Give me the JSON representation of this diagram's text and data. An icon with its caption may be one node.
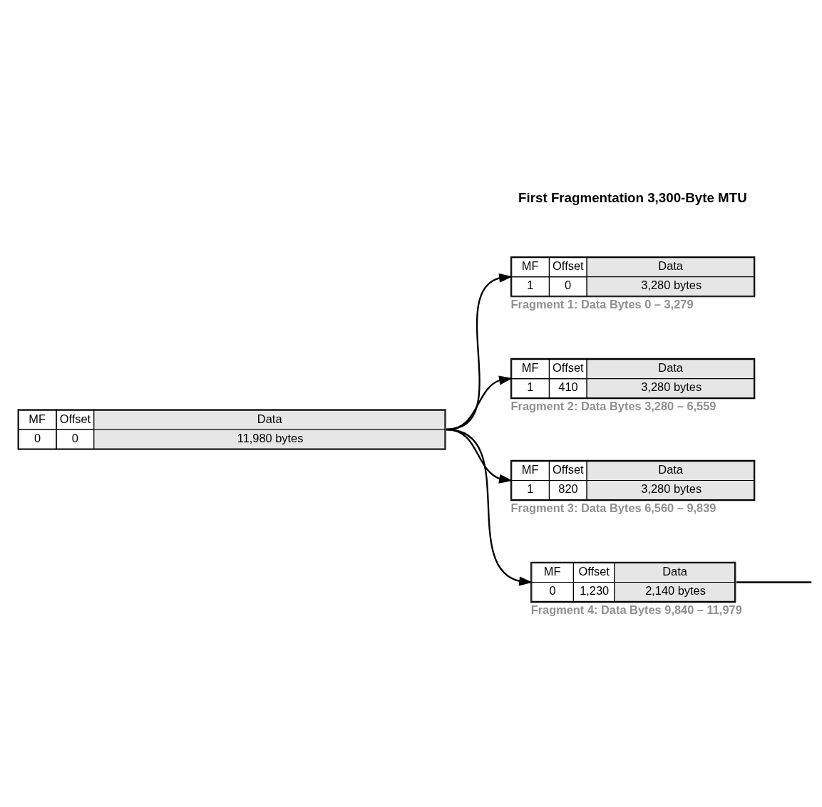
{
  "diagram": {
    "nodes": [
      {
        "text": [
          "MF",
          "Offset",
          "Data",
          "0",
          "0",
          "11,980 bytes"
        ]
      },
      {
        "text": [
          "MF",
          "Offset",
          "Data",
          "1",
          "0",
          "3,280 bytes"
        ],
        "beside": [
          "Fragment 1: Data Bytes 0 – 3,279"
        ]
      },
      {
        "text": [
          "MF",
          "Offset",
          "Data",
          "1",
          "410",
          "3,280 bytes"
        ],
        "beside": [
          "Fragment 2: Data Bytes 3,280 – 6,559"
        ]
      },
      {
        "text": [
          "MF",
          "Offset",
          "Data",
          "1",
          "820",
          "3,280 bytes"
        ],
        "beside": [
          "Fragment 3: Data Bytes 6,560 – 9,839"
        ]
      },
      {
        "text": [
          "MF",
          "Offset",
          "Data",
          "0",
          "1,230",
          "2,140 bytes"
        ],
        "beside": [
          "Fragment 4: Data Bytes 9,840 – 11,979"
        ]
      }
    ],
    "edges": [
      {
        "from": 0,
        "to": 1,
        "arrow": "to"
      },
      {
        "from": 0,
        "to": 2,
        "arrow": "to"
      },
      {
        "from": 0,
        "to": 3,
        "arrow": "to"
      },
      {
        "from": 0,
        "to": 4,
        "arrow": "to"
      },
      {
        "from": 4,
        "to": null,
        "arrow": "none"
      }
    ],
    "labels": [
      "First Fragmentation 3,300-Byte MTU"
    ]
  }
}
